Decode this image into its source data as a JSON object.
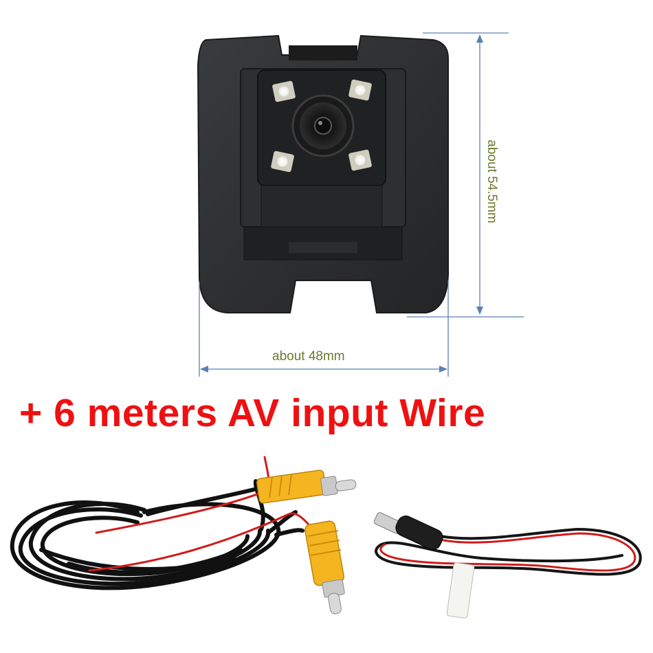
{
  "product": {
    "name": "rear view camera",
    "accessory": "av input wire"
  },
  "dimensions": {
    "width_label": "about 48mm",
    "height_label": "about 54.5mm"
  },
  "headline": "+ 6 meters AV input Wire",
  "colors": {
    "headline": "#ee1111",
    "dimension_text": "#6b7a2a",
    "dimension_line": "#5a7fb5",
    "camera_body": "#2b2c2e",
    "rca_plug": "#f5b520",
    "wire_red": "#d11a1a"
  },
  "icons": [
    "camera",
    "led",
    "lens",
    "rca-plug",
    "dc-plug",
    "cable-coil"
  ]
}
